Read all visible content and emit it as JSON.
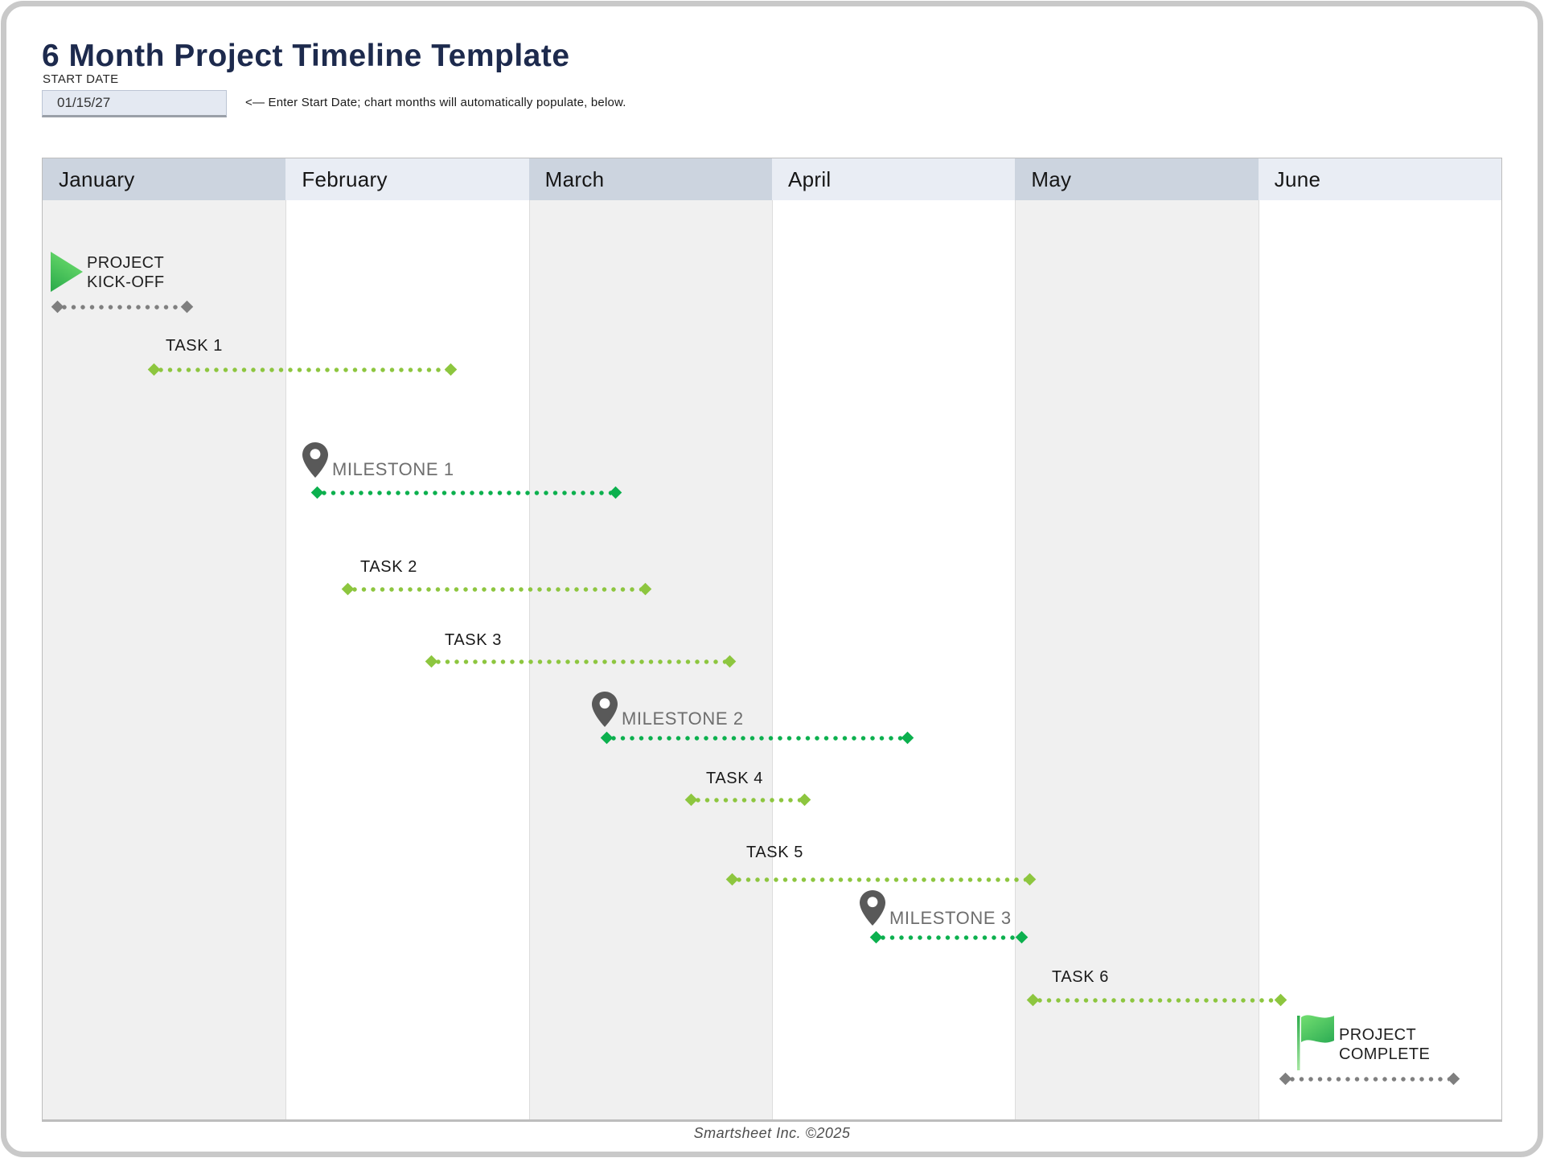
{
  "page": {
    "title": "6 Month Project Timeline Template",
    "footer": "Smartsheet Inc. ©2025"
  },
  "start_date": {
    "label": "START DATE",
    "value": "01/15/27",
    "instruction": "<— Enter Start Date; chart months will automatically populate, below."
  },
  "months": [
    "January",
    "February",
    "March",
    "April",
    "May",
    "June"
  ],
  "timeline": {
    "kickoff": {
      "label": "PROJECT KICK-OFF",
      "icon": "play-triangle-icon"
    },
    "tasks": [
      {
        "label": "TASK 1"
      },
      {
        "label": "TASK 2"
      },
      {
        "label": "TASK 3"
      },
      {
        "label": "TASK 4"
      },
      {
        "label": "TASK 5"
      },
      {
        "label": "TASK 6"
      }
    ],
    "milestones": [
      {
        "label": "MILESTONE 1",
        "icon": "map-pin-icon"
      },
      {
        "label": "MILESTONE 2",
        "icon": "map-pin-icon"
      },
      {
        "label": "MILESTONE 3",
        "icon": "map-pin-icon"
      }
    ],
    "complete": {
      "label": "PROJECT COMPLETE",
      "icon": "flag-icon"
    }
  },
  "colors": {
    "title_navy": "#1d2a4d",
    "task_green": "#8dc63f",
    "milestone_green": "#0cb04e",
    "neutral_gray": "#7f7f7f",
    "pin_gray": "#595959",
    "header_odd": "#ccd4df",
    "header_even": "#e9edf4",
    "column_odd": "#f0f0f0",
    "column_even": "#ffffff"
  }
}
